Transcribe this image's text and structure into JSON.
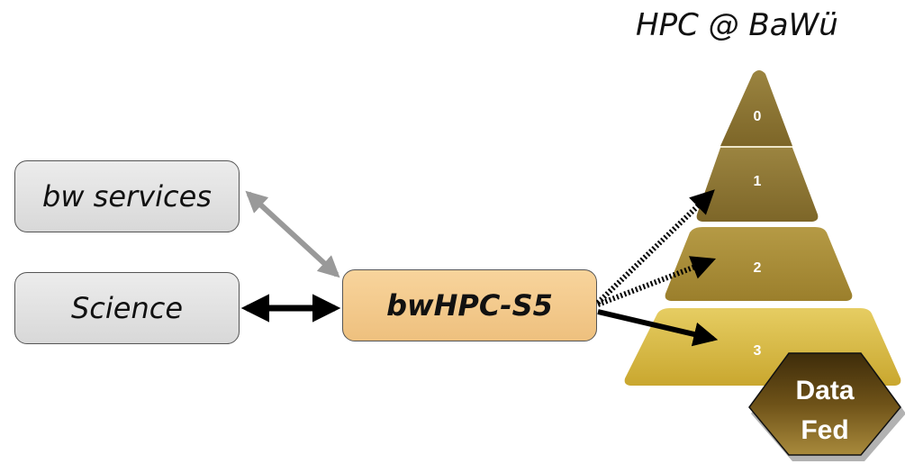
{
  "title": "HPC @ BaWü",
  "nodes": {
    "bw_services": "bw services",
    "science": "Science",
    "bwhpc_s5": "bwHPC-S5"
  },
  "pyramid": {
    "tier_labels": [
      "0",
      "1",
      "2",
      "3"
    ]
  },
  "data_fed": {
    "line1": "Data",
    "line2": "Fed"
  },
  "colors": {
    "gray_box": "#e2e2e2",
    "orange_box": "#f3c98a",
    "pyramid_top": "#8b7332",
    "pyramid_bottom": "#d7b73e",
    "data_fed": "#5a4210"
  }
}
